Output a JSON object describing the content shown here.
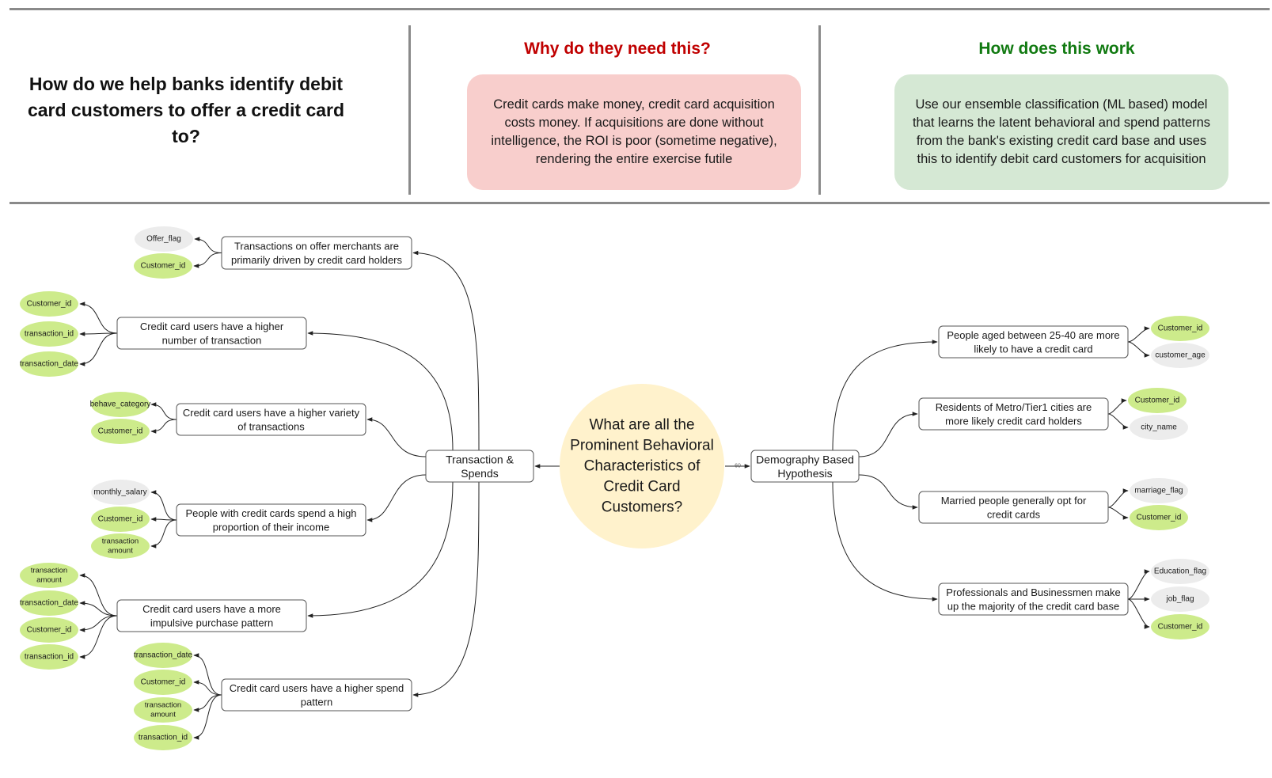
{
  "header": {
    "question": "How do we help banks identify debit card customers to offer a credit card to?",
    "why_title": "Why do they need this?",
    "why_text": "Credit cards make money, credit card acquisition costs money. If acquisitions are done without intelligence, the ROI is poor (sometime negative), rendering the entire exercise futile",
    "how_title": "How does this work",
    "how_text": "Use our ensemble classification (ML based) model that learns the latent behavioral and spend patterns from the bank's existing credit card base and uses this to identify debit card customers for acquisition"
  },
  "colors": {
    "why_title": "#c00000",
    "why_box": "#f8cecc",
    "how_title": "#117a11",
    "how_box": "#d5e8d4",
    "central": "#fff2cc",
    "green_chip": "#cdeb8b",
    "grey_chip": "#ececec"
  },
  "mindmap": {
    "central": [
      "What are all the",
      "Prominent Behavioral",
      "Characteristics of",
      "Credit Card",
      "Customers?"
    ],
    "connector_label": "60",
    "left_hub": [
      "Transaction &",
      "Spends"
    ],
    "right_hub": [
      "Demography Based",
      "Hypothesis"
    ],
    "left_branches": [
      {
        "lines": [
          "Transactions on offer merchants are",
          "primarily driven by credit card holders"
        ],
        "chips": [
          {
            "lines": [
              "Offer_flag"
            ],
            "tone": "grey"
          },
          {
            "lines": [
              "Customer_id"
            ],
            "tone": "green"
          }
        ]
      },
      {
        "lines": [
          "Credit card users have a higher",
          "number of transaction"
        ],
        "chips": [
          {
            "lines": [
              "Customer_id"
            ],
            "tone": "green"
          },
          {
            "lines": [
              "transaction_id"
            ],
            "tone": "green"
          },
          {
            "lines": [
              "transaction_date"
            ],
            "tone": "green"
          }
        ]
      },
      {
        "lines": [
          "Credit card users have a higher variety",
          "of transactions"
        ],
        "chips": [
          {
            "lines": [
              "behave_category"
            ],
            "tone": "green"
          },
          {
            "lines": [
              "Customer_id"
            ],
            "tone": "green"
          }
        ]
      },
      {
        "lines": [
          "People with credit cards spend a high",
          "proportion of their income"
        ],
        "chips": [
          {
            "lines": [
              "monthly_salary"
            ],
            "tone": "grey"
          },
          {
            "lines": [
              "Customer_id"
            ],
            "tone": "green"
          },
          {
            "lines": [
              "transaction",
              "amount"
            ],
            "tone": "green"
          }
        ]
      },
      {
        "lines": [
          "Credit card users have a more",
          "impulsive purchase pattern"
        ],
        "chips": [
          {
            "lines": [
              "transaction",
              "amount"
            ],
            "tone": "green"
          },
          {
            "lines": [
              "transaction_date"
            ],
            "tone": "green"
          },
          {
            "lines": [
              "Customer_id"
            ],
            "tone": "green"
          },
          {
            "lines": [
              "transaction_id"
            ],
            "tone": "green"
          }
        ]
      },
      {
        "lines": [
          "Credit card users have a higher spend",
          "pattern"
        ],
        "chips": [
          {
            "lines": [
              "transaction_date"
            ],
            "tone": "green"
          },
          {
            "lines": [
              "Customer_id"
            ],
            "tone": "green"
          },
          {
            "lines": [
              "transaction",
              "amount"
            ],
            "tone": "green"
          },
          {
            "lines": [
              "transaction_id"
            ],
            "tone": "green"
          }
        ]
      }
    ],
    "right_branches": [
      {
        "lines": [
          "People aged between 25-40 are more",
          "likely to have a credit card"
        ],
        "chips": [
          {
            "lines": [
              "Customer_id"
            ],
            "tone": "green"
          },
          {
            "lines": [
              "customer_age"
            ],
            "tone": "grey"
          }
        ]
      },
      {
        "lines": [
          "Residents of Metro/Tier1 cities are",
          "more likely credit card holders"
        ],
        "chips": [
          {
            "lines": [
              "Customer_id"
            ],
            "tone": "green"
          },
          {
            "lines": [
              "city_name"
            ],
            "tone": "grey"
          }
        ]
      },
      {
        "lines": [
          "Married people generally opt for",
          "credit cards"
        ],
        "chips": [
          {
            "lines": [
              "marriage_flag"
            ],
            "tone": "grey"
          },
          {
            "lines": [
              "Customer_id"
            ],
            "tone": "green"
          }
        ]
      },
      {
        "lines": [
          "Professionals and Businessmen make",
          "up the majority of the credit card base"
        ],
        "chips": [
          {
            "lines": [
              "Education_flag"
            ],
            "tone": "grey"
          },
          {
            "lines": [
              "job_flag"
            ],
            "tone": "grey"
          },
          {
            "lines": [
              "Customer_id"
            ],
            "tone": "green"
          }
        ]
      }
    ]
  }
}
